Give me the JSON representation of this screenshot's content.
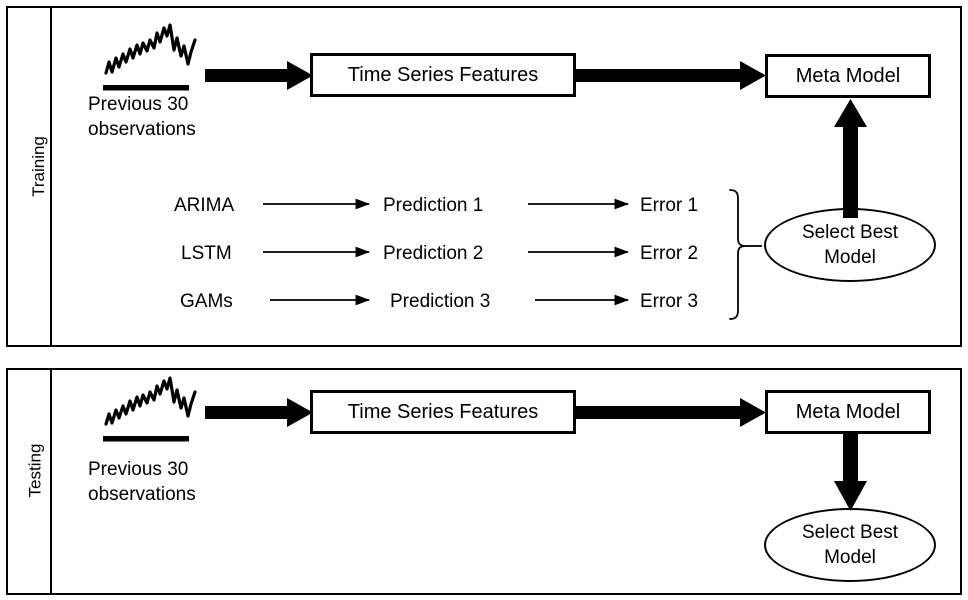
{
  "figure": {
    "type": "flowchart",
    "panels": [
      {
        "id": "training",
        "stage_label": "Training",
        "nodes": {
          "sparkline_caption": "Previous 30\nobservations",
          "features_box": "Time Series Features",
          "meta_box": "Meta Model",
          "select_ellipse": "Select Best\nModel"
        },
        "model_rows": [
          {
            "model": "ARIMA",
            "prediction": "Prediction 1",
            "error": "Error 1"
          },
          {
            "model": "LSTM",
            "prediction": "Prediction 2",
            "error": "Error 2"
          },
          {
            "model": "GAMs",
            "prediction": "Prediction 3",
            "error": "Error 3"
          }
        ]
      },
      {
        "id": "testing",
        "stage_label": "Testing",
        "nodes": {
          "sparkline_caption": "Previous 30\nobservations",
          "features_box": "Time Series Features",
          "meta_box": "Meta Model",
          "select_ellipse": "Select Best\nModel"
        },
        "model_rows": []
      }
    ],
    "colors": {
      "stroke": "#000000",
      "fill": "#ffffff"
    },
    "icons": {
      "sparkline": "timeseries-sparkline-icon",
      "brace": "curly-brace-icon"
    }
  }
}
